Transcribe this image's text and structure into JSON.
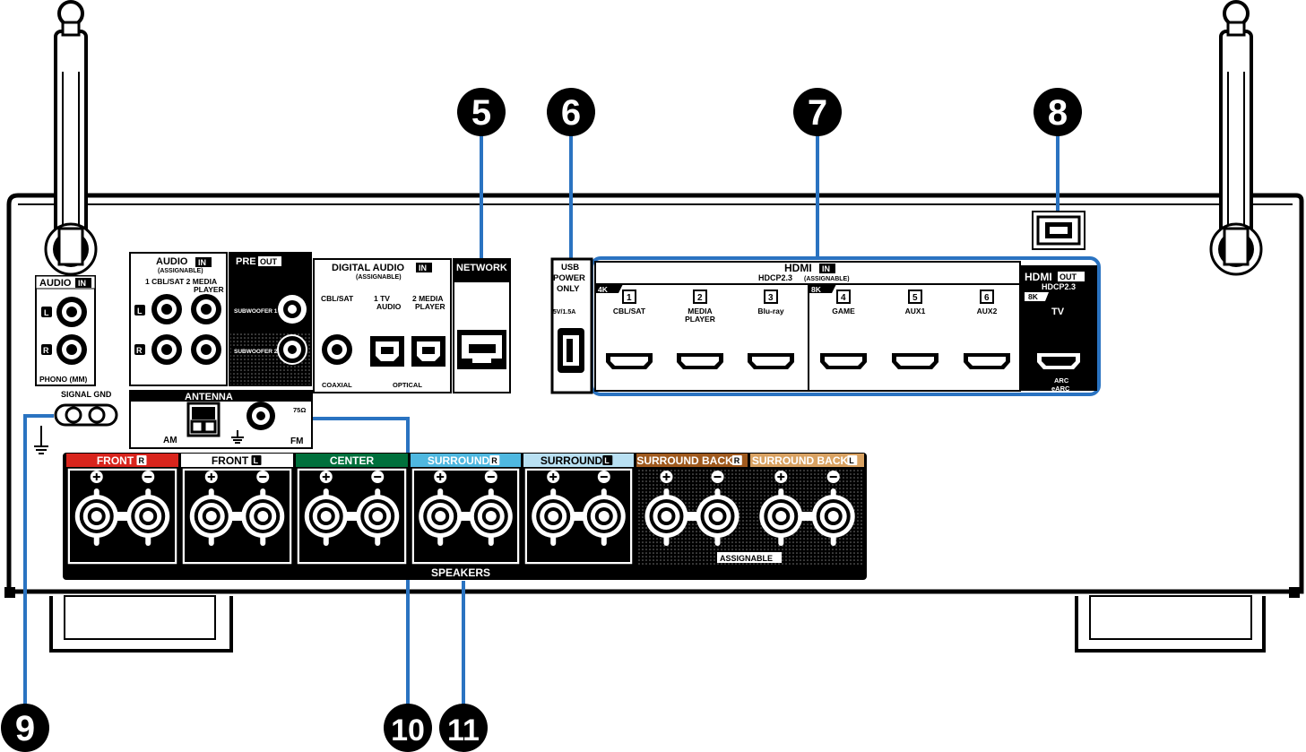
{
  "callouts": [
    "5",
    "6",
    "7",
    "8",
    "9",
    "10",
    "11"
  ],
  "audio_in_left": {
    "title": "AUDIO",
    "in": "IN",
    "ch_l": "L",
    "ch_r": "R",
    "phono": "PHONO (MM)",
    "signal_gnd": "SIGNAL GND"
  },
  "audio_in": {
    "title": "AUDIO",
    "in": "IN",
    "assignable": "(ASSIGNABLE)",
    "inputs": "1 CBL/SAT  2  MEDIA",
    "player": "PLAYER",
    "ch_l": "L",
    "ch_r": "R"
  },
  "pre_out": {
    "pre": "PRE",
    "out": "OUT",
    "sub1": "SUBWOOFER 1",
    "sub2": "SUBWOOFER 2"
  },
  "digital_audio": {
    "title": "DIGITAL AUDIO",
    "in": "IN",
    "assignable": "(ASSIGNABLE)",
    "cbl_sat": "CBL/SAT",
    "tv_num": "1   TV",
    "tv_audio": "AUDIO",
    "media_num": "2 MEDIA",
    "media_player": "PLAYER",
    "coaxial": "COAXIAL",
    "optical": "OPTICAL"
  },
  "network": {
    "title": "NETWORK"
  },
  "usb": {
    "l1": "USB",
    "l2": "POWER",
    "l3": "ONLY",
    "rating": "5V/1.5A"
  },
  "hdmi_in": {
    "title": "HDMI",
    "in": "IN",
    "hdcp": "HDCP2.3",
    "assignable": "(ASSIGNABLE)",
    "badge_4k": "4K",
    "badge_8k": "8K",
    "ports": [
      {
        "num": "1",
        "name": "CBL/SAT",
        "name2": ""
      },
      {
        "num": "2",
        "name": "MEDIA",
        "name2": "PLAYER"
      },
      {
        "num": "3",
        "name": "Blu-ray",
        "name2": ""
      },
      {
        "num": "4",
        "name": "GAME",
        "name2": ""
      },
      {
        "num": "5",
        "name": "AUX1",
        "name2": ""
      },
      {
        "num": "6",
        "name": "AUX2",
        "name2": ""
      }
    ]
  },
  "hdmi_out": {
    "title": "HDMI",
    "out": "OUT",
    "hdcp": "HDCP2.3",
    "badge_8k": "8K",
    "tv": "TV",
    "arc": "ARC",
    "earc": "eARC"
  },
  "antenna": {
    "title": "ANTENNA",
    "am": "AM",
    "fm": "FM",
    "ohm": "75Ω"
  },
  "speakers": {
    "title": "SPEAKERS",
    "assignable": "ASSIGNABLE",
    "channels": [
      {
        "name": "FRONT",
        "side": "R",
        "color": "#d9251d"
      },
      {
        "name": "FRONT",
        "side": "L",
        "color": "#ffffff"
      },
      {
        "name": "CENTER",
        "side": "",
        "color": "#00703c"
      },
      {
        "name": "SURROUND",
        "side": "R",
        "color": "#4fb8e0"
      },
      {
        "name": "SURROUND",
        "side": "L",
        "color": "#b9e0f2"
      },
      {
        "name": "SURROUND BACK",
        "side": "R",
        "color": "#a05a1e"
      },
      {
        "name": "SURROUND BACK",
        "side": "L",
        "color": "#d9a262"
      }
    ]
  },
  "colors": {
    "callout_line": "#2a73c1",
    "panel": "#000000"
  }
}
